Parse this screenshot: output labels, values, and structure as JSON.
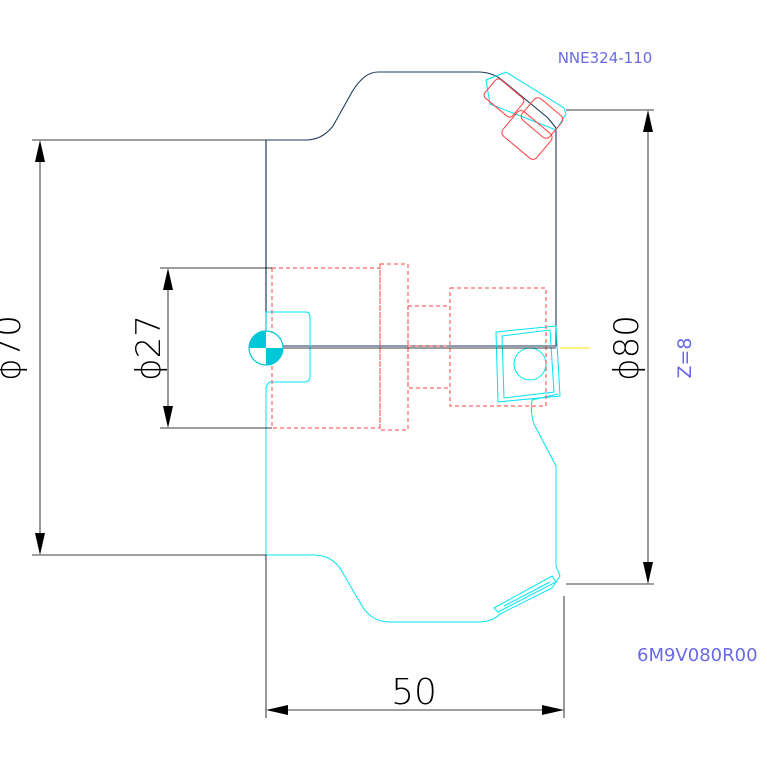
{
  "labels": {
    "part_code": "NNE324-110",
    "model_code": "6M9V080R00",
    "teeth": "Z=8"
  },
  "dimensions": {
    "d70": "ϕ70",
    "d27": "ϕ27",
    "d80": "ϕ80",
    "len50": "50"
  },
  "colors": {
    "outline": "#1e3a5f",
    "profile": "#00e5f0",
    "hidden": "#ff4040",
    "dim": "#000000",
    "label": "#6a6ae8",
    "centerline_accent": "#ffe600"
  }
}
